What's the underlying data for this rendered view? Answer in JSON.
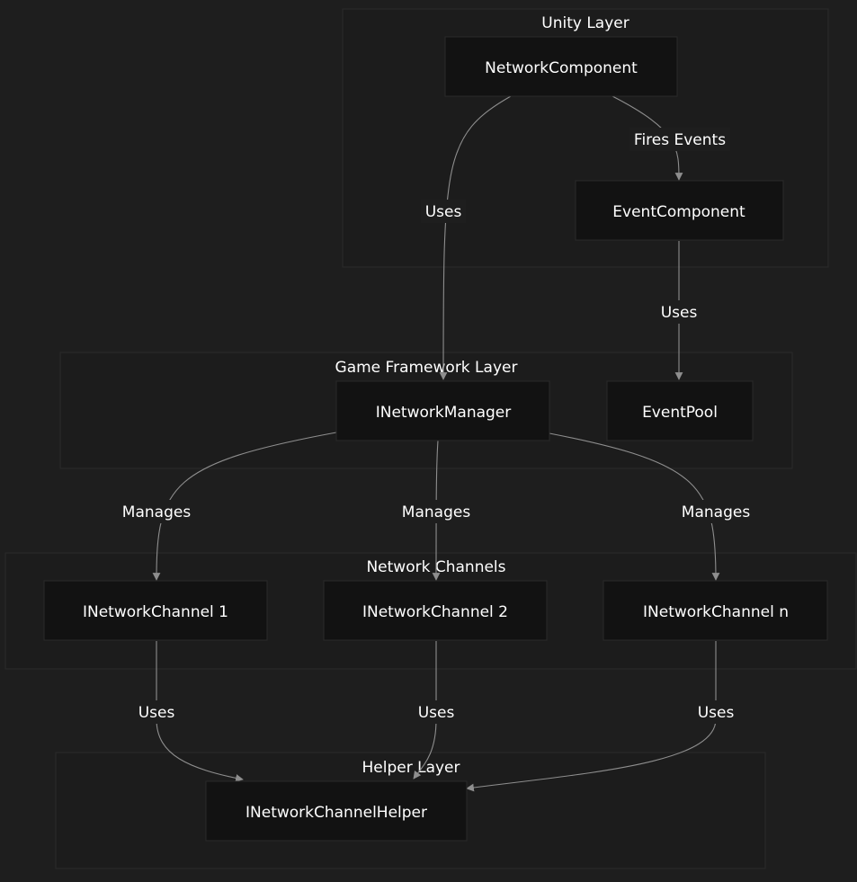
{
  "diagram": {
    "clusters": {
      "unity_layer": {
        "title": "Unity Layer"
      },
      "game_framework_layer": {
        "title": "Game Framework Layer"
      },
      "network_channels": {
        "title": "Network Channels"
      },
      "helper_layer": {
        "title": "Helper Layer"
      }
    },
    "nodes": {
      "network_component": {
        "label": "NetworkComponent"
      },
      "event_component": {
        "label": "EventComponent"
      },
      "inetwork_manager": {
        "label": "INetworkManager"
      },
      "event_pool": {
        "label": "EventPool"
      },
      "channel_1": {
        "label": "INetworkChannel 1"
      },
      "channel_2": {
        "label": "INetworkChannel 2"
      },
      "channel_n": {
        "label": "INetworkChannel n"
      },
      "channel_helper": {
        "label": "INetworkChannelHelper"
      }
    },
    "edges": {
      "network_component_to_event_component": {
        "label": "Fires Events"
      },
      "network_component_to_inetwork_manager": {
        "label": "Uses"
      },
      "event_component_to_event_pool": {
        "label": "Uses"
      },
      "manager_to_channel_1": {
        "label": "Manages"
      },
      "manager_to_channel_2": {
        "label": "Manages"
      },
      "manager_to_channel_n": {
        "label": "Manages"
      },
      "channel_1_to_helper": {
        "label": "Uses"
      },
      "channel_2_to_helper": {
        "label": "Uses"
      },
      "channel_n_to_helper": {
        "label": "Uses"
      }
    },
    "colors": {
      "background": "#1e1e1e",
      "cluster_fill": "#1c1c1c",
      "node_fill": "#121212",
      "edge": "#8e8e8e",
      "text": "#ffffff"
    }
  }
}
